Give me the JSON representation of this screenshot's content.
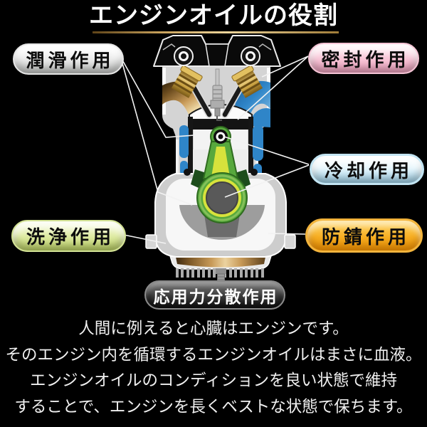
{
  "header": {
    "title": "エンジンオイルの役割",
    "underline_color": "#c9a25c"
  },
  "labels": {
    "lubrication": {
      "text": "潤滑作用",
      "color": "#ffffff"
    },
    "sealing": {
      "text": "密封作用",
      "color": "#f4aec6"
    },
    "cooling": {
      "text": "冷却作用",
      "color": "#a3d6ee"
    },
    "cleaning": {
      "text": "洗浄作用",
      "color": "#c0d667"
    },
    "rust_prevention": {
      "text": "防錆作用",
      "color": "#f7ae22"
    },
    "force_distribution": {
      "text": "応用力分散作用",
      "color": "#3a3a3a"
    }
  },
  "description": {
    "line1": "人間に例えると心臓はエンジンです。",
    "line2": "そのエンジン内を循環するエンジンオイルはまさに血液。",
    "line3": "エンジンオイルのコンディションを良い状態で維持",
    "line4": "することで、エンジンを長くベストな状態で保ちます。"
  }
}
